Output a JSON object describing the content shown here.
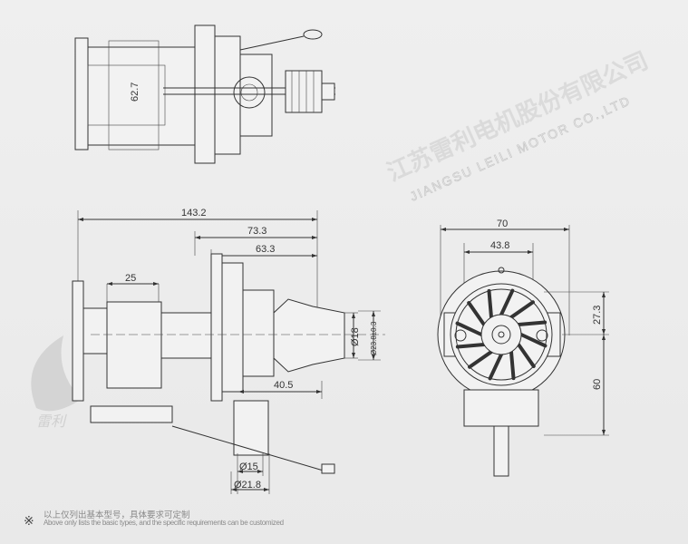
{
  "watermark": {
    "company_cn": "江苏雷利电机股份有限公司",
    "company_en": "JIANGSU LEILI MOTOR CO.,LTD",
    "logo_text": "雷利"
  },
  "dimensions": {
    "top_view": {
      "height": "62.7"
    },
    "side_view": {
      "total_length": "143.2",
      "length_a": "73.3",
      "length_b": "63.3",
      "body_width": "25",
      "shaft_offset": "40.5",
      "shaft_dia": "Ø18",
      "hub_dia": "Ø23.8±0.3",
      "bottom_dia_a": "Ø15",
      "bottom_dia_b": "Ø21.8"
    },
    "front_view": {
      "width": "70",
      "hole_spacing": "43.8",
      "center_height": "27.3",
      "lower_height": "60"
    }
  },
  "note": {
    "symbol": "※",
    "text_cn": "以上仅列出基本型号，具体要求可定制",
    "text_en": "Above only lists the basic types, and the specific requirements can be customized"
  }
}
